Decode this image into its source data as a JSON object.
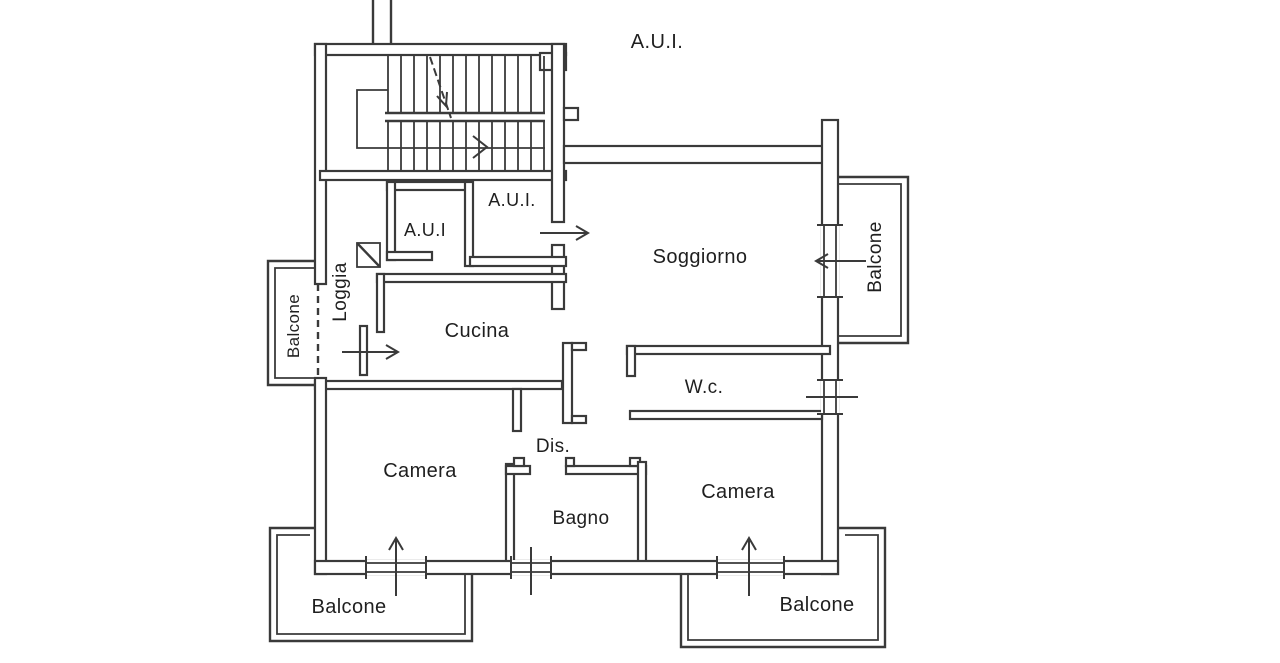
{
  "plan": {
    "rooms": {
      "soggiorno": "Soggiorno",
      "cucina": "Cucina",
      "wc": "W.c.",
      "dis": "Dis.",
      "camera_left": "Camera",
      "camera_right": "Camera",
      "bagno": "Bagno",
      "loggia": "Loggia"
    },
    "balconies": {
      "mid_left": "Balcone",
      "right": "Balcone",
      "bottom_left": "Balcone",
      "bottom_right": "Balcone"
    },
    "other_units": {
      "top": "A.U.I.",
      "corridor": "A.U.I.",
      "room": "A.U.I"
    },
    "colors": {
      "line": "#3a3a3a",
      "text": "#1f1f1f",
      "background": "#ffffff"
    }
  }
}
